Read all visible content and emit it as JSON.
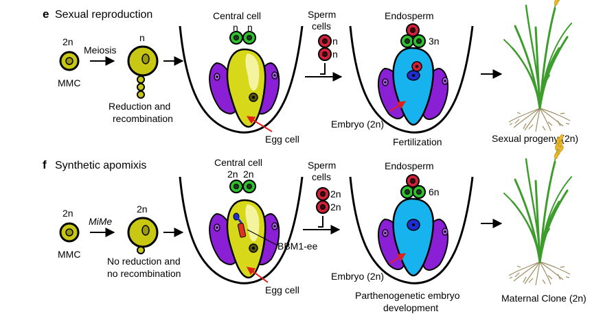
{
  "panels": {
    "e": {
      "letter": "e",
      "title": "Sexual reproduction",
      "mmc_ploidy": "2n",
      "mmc_label": "MMC",
      "meiosis_label": "Meiosis",
      "after_meiosis_ploidy": "n",
      "reduction_line1": "Reduction and",
      "reduction_line2": "recombination",
      "central_cell_label": "Central cell",
      "central_cell_ploidy_1": "n",
      "central_cell_ploidy_2": "n",
      "egg_cell_label": "Egg cell",
      "sperm_line1": "Sperm",
      "sperm_line2": "cells",
      "sperm_ploidy_1": "n",
      "sperm_ploidy_2": "n",
      "endosperm_label": "Endosperm",
      "endosperm_ploidy": "3n",
      "embryo_label": "Embryo (2n)",
      "process_line1": "Fertilization",
      "progeny_label": "Sexual progeny (2n)"
    },
    "f": {
      "letter": "f",
      "title": "Synthetic apomixis",
      "mmc_ploidy": "2n",
      "mmc_label": "MMC",
      "mime_label": "MiMe",
      "after_mime_ploidy": "2n",
      "reduction_line1": "No reduction and",
      "reduction_line2": "no recombination",
      "central_cell_label": "Central cell",
      "central_cell_ploidy_1": "2n",
      "central_cell_ploidy_2": "2n",
      "bbm_label": "BBM1-ee",
      "egg_cell_label": "Egg cell",
      "sperm_line1": "Sperm",
      "sperm_line2": "cells",
      "sperm_ploidy_1": "2n",
      "sperm_ploidy_2": "2n",
      "endosperm_label": "Endosperm",
      "endosperm_ploidy": "6n",
      "embryo_label": "Embryo (2n)",
      "process_line1": "Parthenogenetic embryo",
      "process_line2": "development",
      "progeny_label": "Maternal Clone (2n)"
    }
  },
  "colors": {
    "mmc_yellow": "#c8c814",
    "egg_yellow": "#d8d81a",
    "synergid_purple": "#8a1fd6",
    "central_green": "#2ec02e",
    "sperm_red": "#d0213a",
    "embryo_blue": "#17b3ee",
    "zygote_blue": "#1d2fd1",
    "bbm_red": "#e0301e",
    "pointer_red": "#e0201a",
    "leaf_green": "#3c9c2c",
    "spike_yellow": "#e8b92a",
    "root_tan": "#9c8c60"
  }
}
